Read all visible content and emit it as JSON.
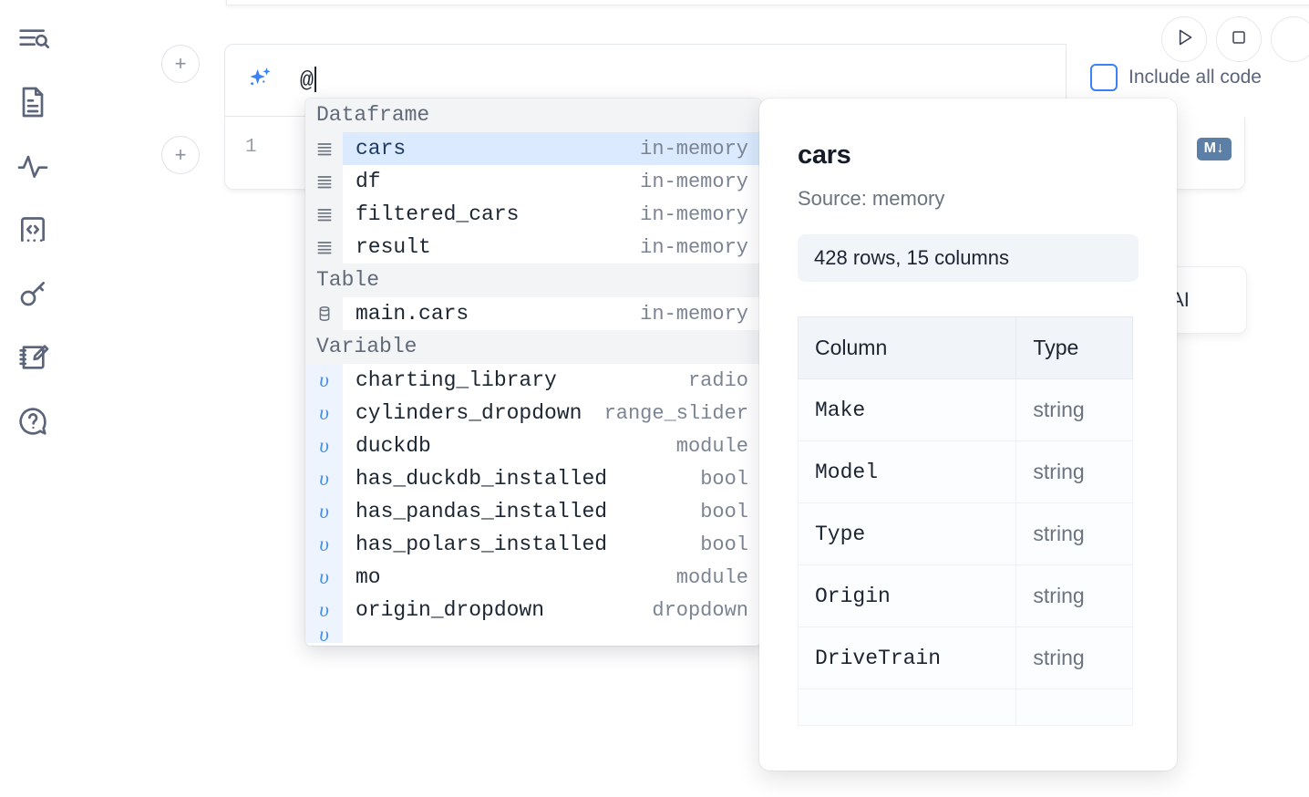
{
  "sidebar": {
    "items": [
      {
        "name": "outline-search-icon",
        "label": "Outline"
      },
      {
        "name": "document-icon",
        "label": "Notebook"
      },
      {
        "name": "activity-icon",
        "label": "Activity"
      },
      {
        "name": "code-snippet-icon",
        "label": "Snippets"
      },
      {
        "name": "key-icon",
        "label": "Secrets"
      },
      {
        "name": "scratchpad-edit-icon",
        "label": "Scratchpad"
      },
      {
        "name": "help-chat-icon",
        "label": "Help"
      }
    ]
  },
  "toolbar": {
    "add_cell_label": "+",
    "run_label": "Run",
    "stop_label": "Interrupt",
    "include_all_code_label": "Include all code",
    "include_all_code_checked": false
  },
  "ai_prompt": {
    "value": "@",
    "icon": "sparkles-icon"
  },
  "cell": {
    "line_number": "1",
    "database_icon": "database-icon",
    "markdown_badge": "M↓"
  },
  "ai_card": {
    "label": "h AI"
  },
  "autocomplete": {
    "groups": [
      {
        "label": "Dataframe",
        "icon": "dataframe-icon",
        "items": [
          {
            "name": "cars",
            "type": "in-memory",
            "selected": true
          },
          {
            "name": "df",
            "type": "in-memory",
            "selected": false
          },
          {
            "name": "filtered_cars",
            "type": "in-memory",
            "selected": false
          },
          {
            "name": "result",
            "type": "in-memory",
            "selected": false
          }
        ]
      },
      {
        "label": "Table",
        "icon": "table-db-icon",
        "items": [
          {
            "name": "main.cars",
            "type": "in-memory",
            "selected": false
          }
        ]
      },
      {
        "label": "Variable",
        "icon": "variable-icon",
        "items": [
          {
            "name": "charting_library",
            "type": "radio",
            "selected": false
          },
          {
            "name": "cylinders_dropdown",
            "type": "range_slider",
            "selected": false
          },
          {
            "name": "duckdb",
            "type": "module",
            "selected": false
          },
          {
            "name": "has_duckdb_installed",
            "type": "bool",
            "selected": false
          },
          {
            "name": "has_pandas_installed",
            "type": "bool",
            "selected": false
          },
          {
            "name": "has_polars_installed",
            "type": "bool",
            "selected": false
          },
          {
            "name": "mo",
            "type": "module",
            "selected": false
          },
          {
            "name": "origin_dropdown",
            "type": "dropdown",
            "selected": false
          }
        ]
      }
    ]
  },
  "preview": {
    "title": "cars",
    "source": "Source: memory",
    "stats": "428 rows, 15 columns",
    "columns_header": "Column",
    "type_header": "Type",
    "rows": [
      {
        "column": "Make",
        "type": "string"
      },
      {
        "column": "Model",
        "type": "string"
      },
      {
        "column": "Type",
        "type": "string"
      },
      {
        "column": "Origin",
        "type": "string"
      },
      {
        "column": "DriveTrain",
        "type": "string"
      }
    ]
  },
  "colors": {
    "accent": "#3b82f6",
    "selected_row": "#dbeafe",
    "group_header_bg": "#f3f4f6",
    "muted_text": "#7c8493"
  }
}
